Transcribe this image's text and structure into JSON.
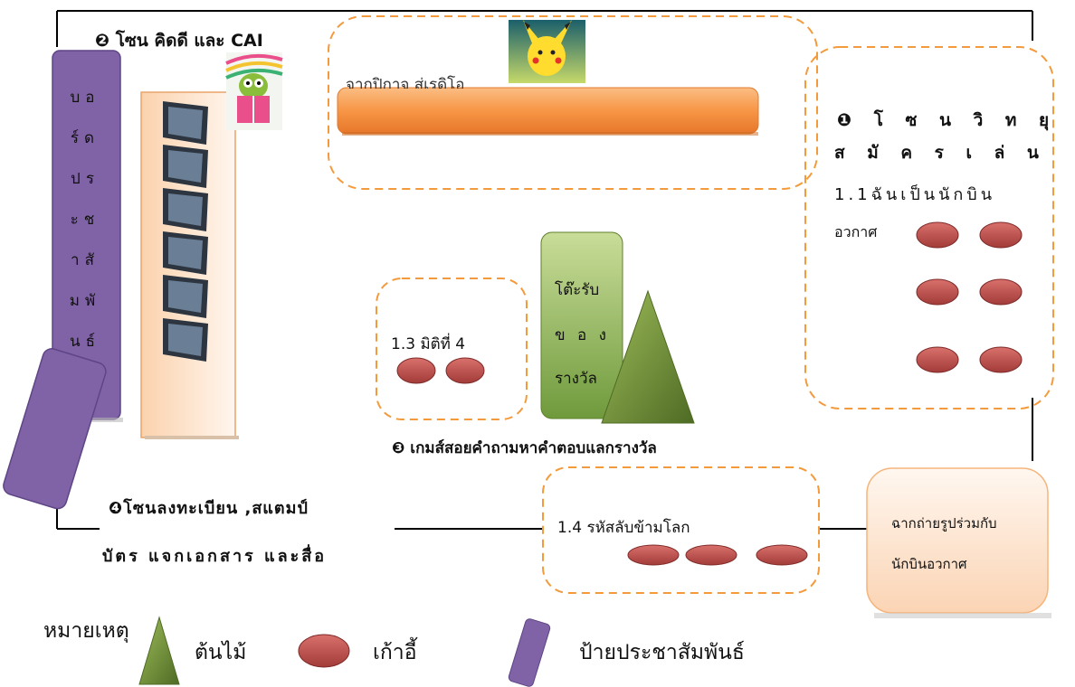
{
  "zones": {
    "zone2_title": "❷ โซน คิดดี และ CAI",
    "board_label_lines": [
      "บอ",
      "ร์ด",
      "ปร",
      "ะช",
      "าสั",
      "มพั",
      "นธ์"
    ],
    "stage_label": "จากปิกาจู สู่เรดิโอ",
    "zone1_title_lines": [
      "❶ โ ซ น วิ ท ยุ",
      "ส มั ค ร เ ล่ น"
    ],
    "zone1_item_lines": [
      "1.1ฉันเป็นนักบิน",
      "อวกาศ"
    ],
    "zone13_label": "1.3 มิติที่ 4",
    "reward_table_lines": [
      "โต๊ะรับ",
      "ข อ ง",
      "รางวัล"
    ],
    "zone3_title": "❸ เกมส์สอยคำถามหาคำตอบแลกรางวัล",
    "zone4_title_lines": [
      "❹โซนลงทะเบียน ,สแตมป์",
      "บัตร แจกเอกสาร และสื่อ"
    ],
    "zone14_label": "1.4 รหัสลับข้ามโลก",
    "photo_booth_lines": [
      "ฉากถ่ายรูปร่วมกับ",
      "นักบินอวกาศ"
    ]
  },
  "legend": {
    "title": "หมายเหตุ",
    "tree_label": "ต้นไม้",
    "chair_label": "เก้าอี้",
    "sign_label": "ป้ายประชาสัมพันธ์"
  },
  "colors": {
    "dash_orange": "#f39a3c",
    "board_purple": "#8062a6",
    "chair_red": "#c0504d",
    "tree_green": "#6f8f3a",
    "peach": "#fde2cc",
    "stage_orange": "#f79646"
  },
  "icons": {
    "pikachu": "pikachu-image",
    "cartoon": "cartoon-reader-image",
    "computer": "computer-monitor-icon"
  }
}
